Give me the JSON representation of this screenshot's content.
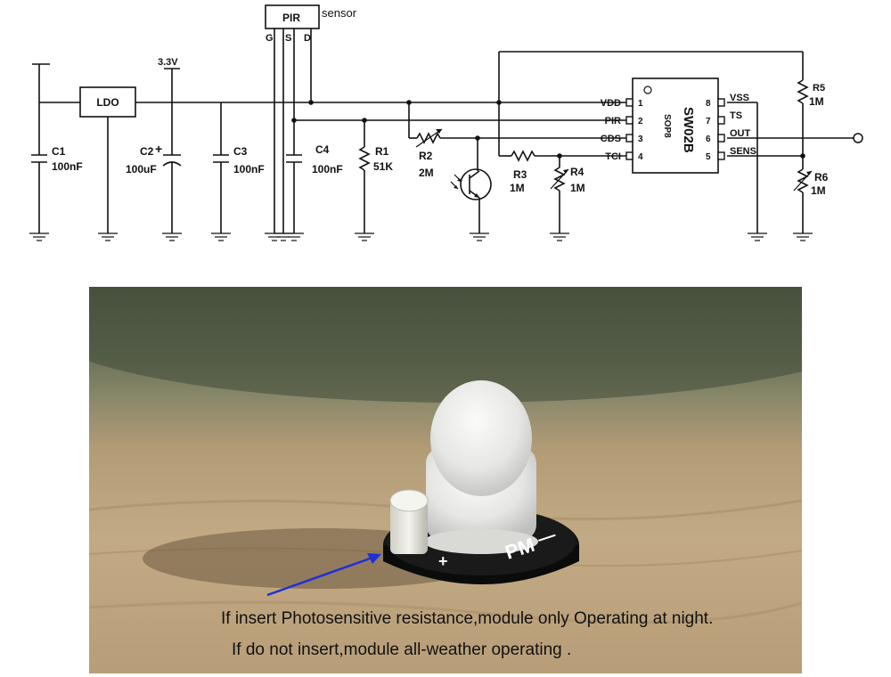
{
  "schematic": {
    "components": {
      "ldo": "LDO",
      "pir": "PIR",
      "pir_suffix": "sensor",
      "pir_pins": [
        "G",
        "S",
        "D"
      ],
      "rail_voltage": "3.3V",
      "chip_name": "SW02B",
      "chip_package": "SOP8",
      "plus_mark": "+",
      "c1": {
        "ref": "C1",
        "value": "100nF"
      },
      "c2": {
        "ref": "C2",
        "value": "100uF"
      },
      "c3": {
        "ref": "C3",
        "value": "100nF"
      },
      "c4": {
        "ref": "C4",
        "value": "100nF"
      },
      "r1": {
        "ref": "R1",
        "value": "51K"
      },
      "r2": {
        "ref": "R2",
        "value": "2M"
      },
      "r3": {
        "ref": "R3",
        "value": "1M"
      },
      "r4": {
        "ref": "R4",
        "value": "1M"
      },
      "r5": {
        "ref": "R5",
        "value": "1M"
      },
      "r6": {
        "ref": "R6",
        "value": "1M"
      }
    },
    "chip_pins_left": [
      {
        "name": "VDD",
        "num": "1"
      },
      {
        "name": "PIR",
        "num": "2"
      },
      {
        "name": "CDS",
        "num": "3"
      },
      {
        "name": "TCI",
        "num": "4"
      }
    ],
    "chip_pins_right": [
      {
        "name": "VSS",
        "num": "8"
      },
      {
        "name": "TS",
        "num": "7"
      },
      {
        "name": "OUT",
        "num": "6"
      },
      {
        "name": "SENS",
        "num": "5"
      }
    ]
  },
  "photo": {
    "board_labels": {
      "plus": "+",
      "pm": "PM",
      "minus": "—"
    },
    "caption_line1": "If insert Photosensitive resistance,module only Operating at night.",
    "caption_line2": "If do not insert,module  all-weather operating .",
    "colors": {
      "arrow": "#1f2fd6",
      "board": "#0d0d0d",
      "dome": "#e6e6e4"
    }
  }
}
